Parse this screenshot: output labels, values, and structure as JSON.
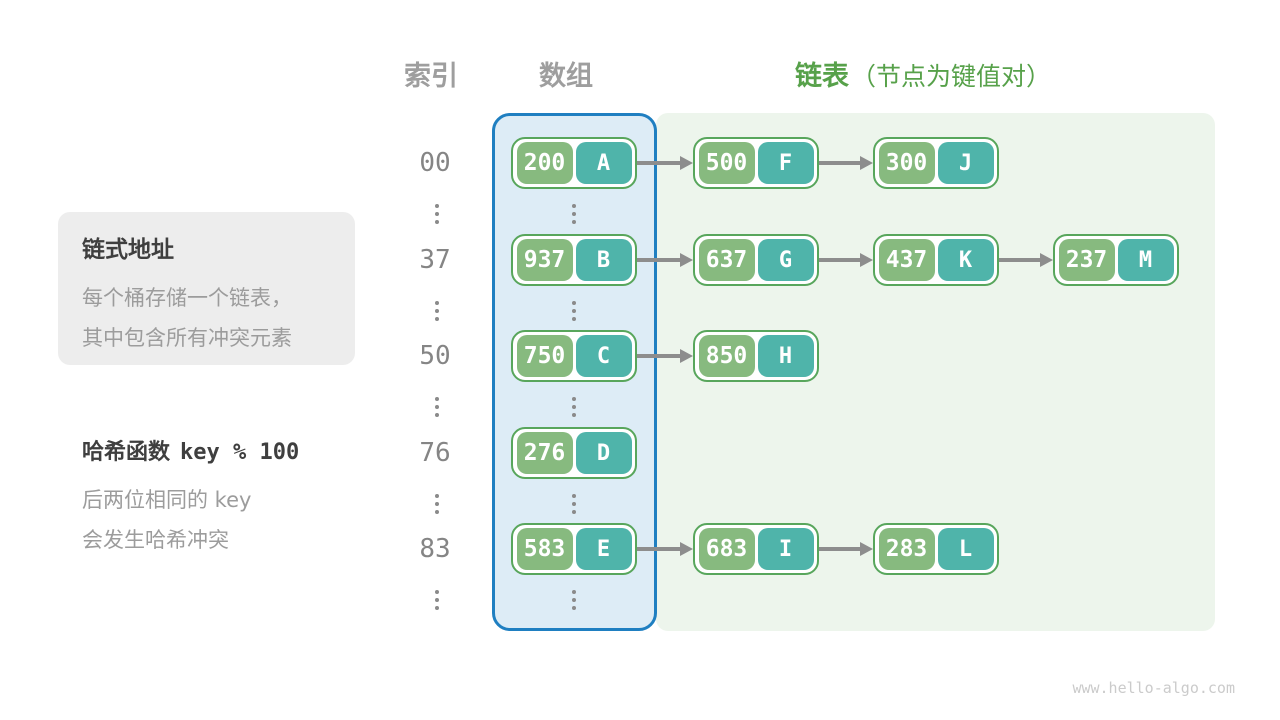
{
  "header": {
    "index_label": "索引",
    "array_label": "数组",
    "list_label": "链表",
    "list_note": "（节点为键值对）"
  },
  "annotations": {
    "chaining": {
      "title": "链式地址",
      "lines": [
        "每个桶存储一个链表，",
        "其中包含所有冲突元素"
      ]
    },
    "hash": {
      "title_text": "哈希函数",
      "title_code": "key % 100",
      "lines": [
        "后两位相同的 key",
        "会发生哈希冲突"
      ]
    }
  },
  "buckets": [
    {
      "index": "00",
      "nodes": [
        {
          "key": "200",
          "value": "A"
        },
        {
          "key": "500",
          "value": "F"
        },
        {
          "key": "300",
          "value": "J"
        }
      ]
    },
    {
      "index": "37",
      "nodes": [
        {
          "key": "937",
          "value": "B"
        },
        {
          "key": "637",
          "value": "G"
        },
        {
          "key": "437",
          "value": "K"
        },
        {
          "key": "237",
          "value": "M"
        }
      ]
    },
    {
      "index": "50",
      "nodes": [
        {
          "key": "750",
          "value": "C"
        },
        {
          "key": "850",
          "value": "H"
        }
      ]
    },
    {
      "index": "76",
      "nodes": [
        {
          "key": "276",
          "value": "D"
        }
      ]
    },
    {
      "index": "83",
      "nodes": [
        {
          "key": "583",
          "value": "E"
        },
        {
          "key": "683",
          "value": "I"
        },
        {
          "key": "283",
          "value": "L"
        }
      ]
    }
  ],
  "watermark": "www.hello-algo.com",
  "colors": {
    "key_pill": "#87ba7f",
    "value_pill": "#4fb4aa",
    "node_border": "#58a65c",
    "array_panel_fill": "#ddecf6",
    "array_panel_border": "#1f7fc1",
    "list_panel_fill": "#edf5ec",
    "accent_green": "#57a14a",
    "arrow": "#8d8d8d"
  }
}
